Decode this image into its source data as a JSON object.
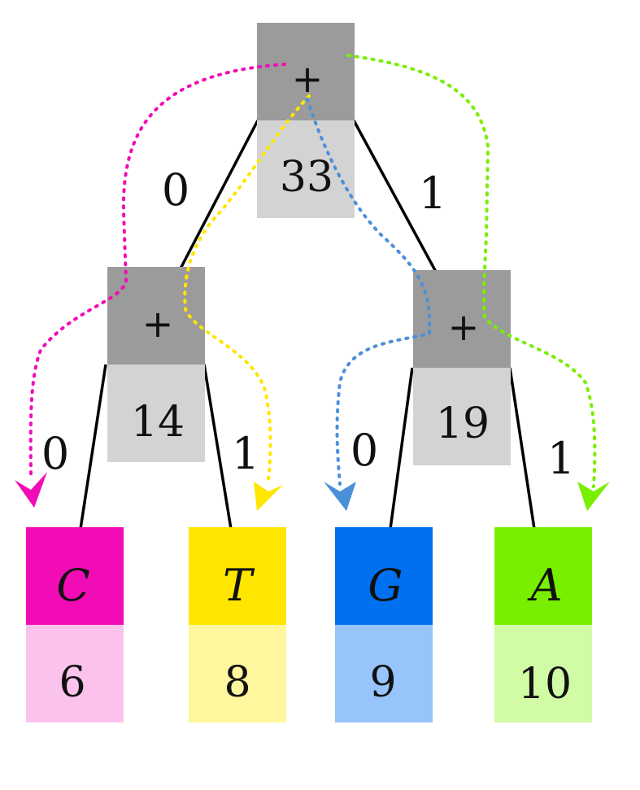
{
  "internal_nodes": {
    "root": {
      "operator": "+",
      "weight": "33"
    },
    "left": {
      "operator": "+",
      "weight": "14"
    },
    "right": {
      "operator": "+",
      "weight": "19"
    }
  },
  "leaves": {
    "C": {
      "symbol": "C",
      "weight": "6",
      "color": "#f20cb6",
      "light_color": "#fbc3ec"
    },
    "T": {
      "symbol": "T",
      "weight": "8",
      "color": "#ffe600",
      "light_color": "#fff79d"
    },
    "G": {
      "symbol": "G",
      "weight": "9",
      "color": "#0070f0",
      "light_color": "#96c4fb"
    },
    "A": {
      "symbol": "A",
      "weight": "10",
      "color": "#78ef00",
      "light_color": "#d2fba6"
    }
  },
  "edge_labels": {
    "root_left": "0",
    "root_right": "1",
    "left_c": "0",
    "left_t": "1",
    "right_g": "0",
    "right_a": "1"
  },
  "colors": {
    "operator_box": "#9b9b9b",
    "weight_box": "#d3d3d3",
    "path_c": "#f20cb6",
    "path_t": "#ffe600",
    "path_g": "#4a90d9",
    "path_a": "#78ef00"
  }
}
